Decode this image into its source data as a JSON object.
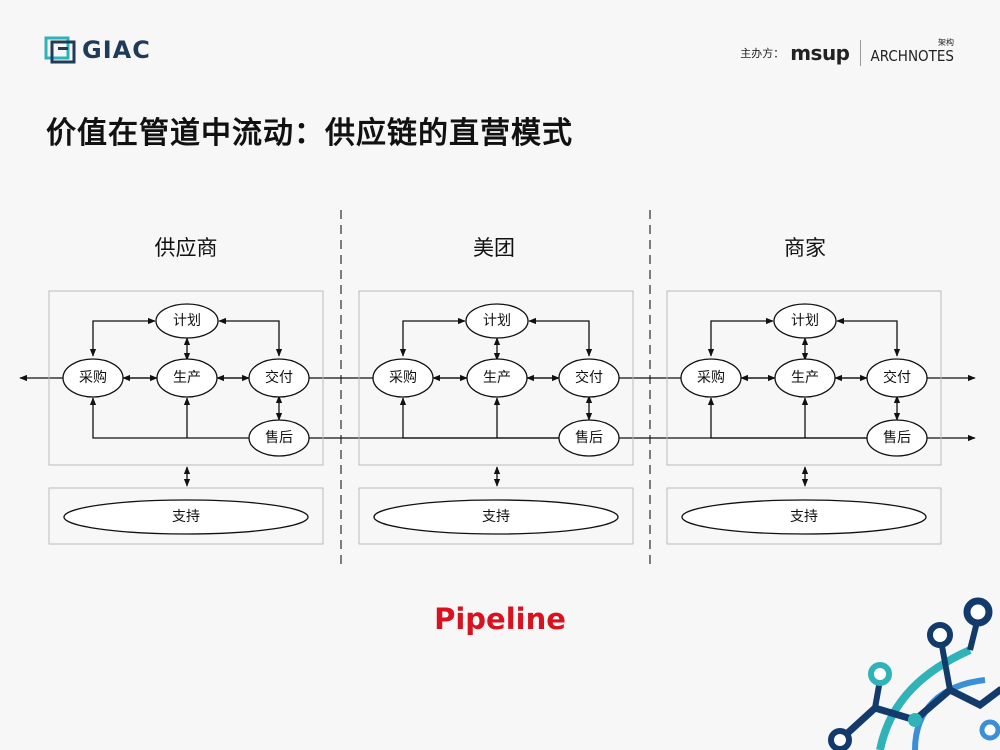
{
  "brand": {
    "name": "GIAC"
  },
  "organizer": {
    "label": "主办方：",
    "sponsor1": "msup",
    "sponsor2": "ARCHNOTES",
    "sponsor2_small": "架构"
  },
  "slide": {
    "title": "价值在管道中流动：供应链的直营模式"
  },
  "lanes": [
    {
      "name": "供应商",
      "nodes": {
        "plan": "计划",
        "purchase": "采购",
        "produce": "生产",
        "deliver": "交付",
        "after_sales": "售后"
      },
      "support": "支持"
    },
    {
      "name": "美团",
      "nodes": {
        "plan": "计划",
        "purchase": "采购",
        "produce": "生产",
        "deliver": "交付",
        "after_sales": "售后"
      },
      "support": "支持"
    },
    {
      "name": "商家",
      "nodes": {
        "plan": "计划",
        "purchase": "采购",
        "produce": "生产",
        "deliver": "交付",
        "after_sales": "售后"
      },
      "support": "支持"
    }
  ],
  "caption": "Pipeline",
  "colors": {
    "accent": "#d8121f",
    "brand": "#1f3b57",
    "deco_teal": "#2fb3b9",
    "deco_navy": "#123a6b",
    "deco_blue": "#3a8fd6"
  }
}
